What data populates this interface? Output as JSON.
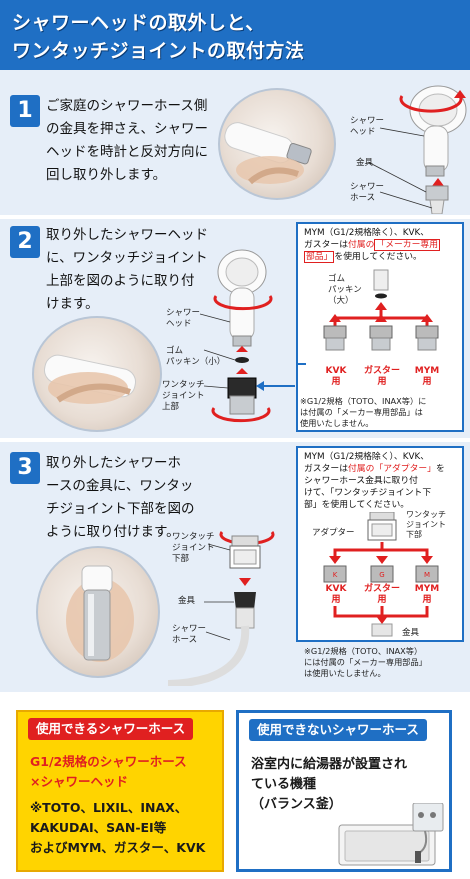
{
  "header": {
    "line1": "シャワーヘッドの取外しと、",
    "line2": "ワンタッチジョイントの取付方法"
  },
  "step1": {
    "num": "1",
    "lines": [
      "ご家庭のシャワーホース側",
      "の金具を押さえ、シャワー",
      "ヘッドを時計と反対方向に",
      "回し取り外します。"
    ],
    "labels": {
      "head1": "シャワー",
      "head2": "ヘッド",
      "fitting": "金具",
      "hose1": "シャワー",
      "hose2": "ホース"
    }
  },
  "step2": {
    "num": "2",
    "lines": [
      "取り外したシャワーヘッド",
      "に、ワンタッチジョイント",
      "上部を図のように取り付",
      "けます。"
    ],
    "labels": {
      "head1": "シャワー",
      "head2": "ヘッド",
      "gasket1": "ゴム",
      "gasket2": "パッキン（小）",
      "joint1": "ワンタッチ",
      "joint2": "ジョイント",
      "joint3": "上部"
    },
    "note": {
      "l1": "MYM（G1/2規格除く）、KVK、",
      "l2a": "ガスターは",
      "l2b": "付属の",
      "l2c": "「メーカー専用",
      "l3a": "部品」",
      "l3b": "を使用してください。",
      "gasket1": "ゴム",
      "gasket2": "パッキン",
      "gasket3": "（大）",
      "opt1": "KVK",
      "opt2": "ガスター用",
      "opt3": "MYM",
      "opt_suffix": "用",
      "foot1": "※G1/2規格（TOTO、INAX等）に",
      "foot2": "は付属の「メーカー専用部品」は",
      "foot3": "使用いたしません。"
    }
  },
  "step3": {
    "num": "3",
    "lines": [
      "取り外したシャワーホ",
      "ースの金具に、ワンタッ",
      "チジョイント下部を図の",
      "ように取り付けます。"
    ],
    "labels": {
      "joint1": "ワンタッチ",
      "joint2": "ジョイント",
      "joint3": "下部",
      "fitting": "金具",
      "hose1": "シャワー",
      "hose2": "ホース"
    },
    "note": {
      "l1": "MYM（G1/2規格除く）、KVK、",
      "l2a": "ガスターは",
      "l2b": "付属の「アダプター」",
      "l2c": "を",
      "l3": "シャワーホース金具に取り付",
      "l4": "けて、「ワンタッチジョイント下",
      "l5": "部」を使用してください。",
      "adapter": "アダプター",
      "joint1": "ワンタッチ",
      "joint2": "ジョイント",
      "joint3": "下部",
      "opt1": "KVK",
      "opt2": "ガスター",
      "opt3": "MYM",
      "opt_suffix": "用",
      "fitting": "金具",
      "foot1": "※G1/2規格（TOTO、INAX等）",
      "foot2": "には付属の「メーカー専用部品」",
      "foot3": "は使用いたしません。"
    }
  },
  "usable": {
    "title": "使用できるシャワーホース",
    "l1": "G1/2規格のシャワーホース",
    "l2": "×シャワーヘッド",
    "l3": "※TOTO、LIXIL、INAX、",
    "l4": "KAKUDAI、SAN-EI等",
    "l5": "およびMYM、ガスター、KVK"
  },
  "unusable": {
    "title": "使用できないシャワーホース",
    "l1": "浴室内に給湯器が設置され",
    "l2": "ている機種",
    "l3": "（バランス釜）"
  },
  "colors": {
    "brand": "#1f6fc4",
    "accent_red": "#e02020",
    "yellow": "#ffd400"
  }
}
